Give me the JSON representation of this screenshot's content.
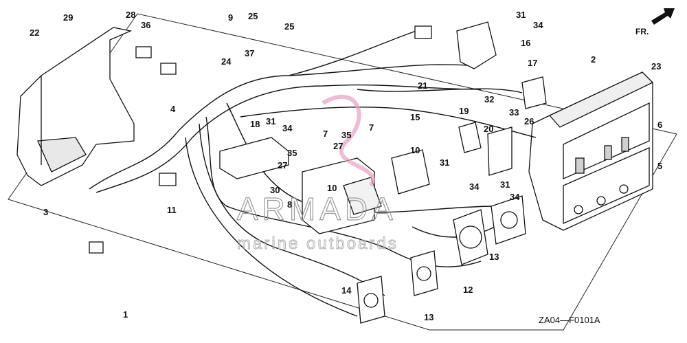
{
  "diagram": {
    "drawing_code": "ZA04—F0101A",
    "direction_label": "FR.",
    "watermark": {
      "brand": "ARMADA",
      "tagline": "marine outboards",
      "accent_color": "#e8a0c4"
    },
    "callouts": {
      "c1": "1",
      "c2": "2",
      "c3": "3",
      "c4": "4",
      "c5": "5",
      "c6": "6",
      "c7a": "7",
      "c7b": "7",
      "c8": "8",
      "c9": "9",
      "c10a": "10",
      "c10b": "10",
      "c11": "11",
      "c12": "12",
      "c13a": "13",
      "c13b": "13",
      "c14": "14",
      "c15": "15",
      "c16": "16",
      "c17": "17",
      "c18": "18",
      "c19": "19",
      "c20": "20",
      "c21": "21",
      "c22": "22",
      "c23": "23",
      "c24": "24",
      "c25a": "25",
      "c25b": "25",
      "c26": "26",
      "c27a": "27",
      "c27b": "27",
      "c28": "28",
      "c29": "29",
      "c30": "30",
      "c31a": "31",
      "c31b": "31",
      "c31c": "31",
      "c31d": "31",
      "c32": "32",
      "c33": "33",
      "c34a": "34",
      "c34b": "34",
      "c34c": "34",
      "c34d": "34",
      "c35a": "35",
      "c35b": "35",
      "c36": "36",
      "c37": "37"
    }
  }
}
